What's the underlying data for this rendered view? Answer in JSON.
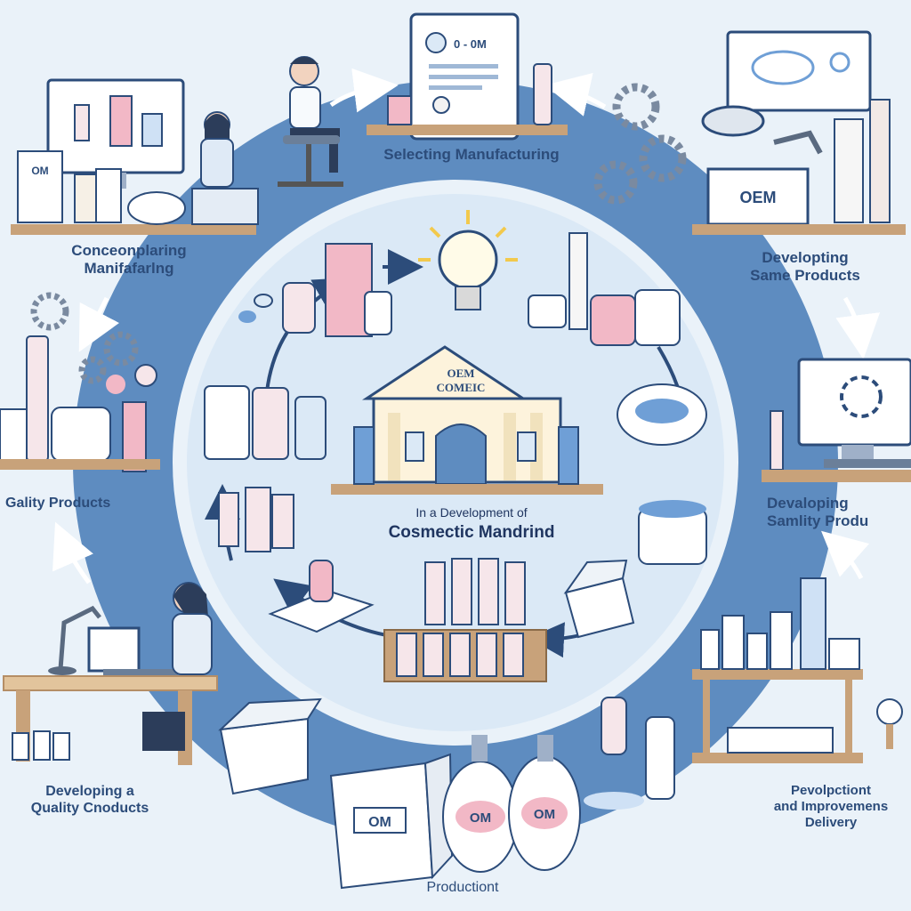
{
  "colors": {
    "background": "#eaf2f9",
    "ring": "#5e8cc0",
    "inner_disc": "#dbe9f6",
    "shelf": "#c8a27a",
    "label_text": "#2c4c7a",
    "accent_pink": "#f2b8c6",
    "accent_blue": "#6f9fd6"
  },
  "labels": {
    "top": "Selecting Manufacturing",
    "top_left": [
      "Conceonplaring",
      "Manifafarlng"
    ],
    "top_right": [
      "Developting",
      "Same Products"
    ],
    "left": "Gality Products",
    "right": [
      "Devaloping",
      "Samlity Produ"
    ],
    "bottom_left": [
      "Developing a",
      "Quality Cnoducts"
    ],
    "bottom_right": [
      "Pevolpctiont",
      "and Improvemens",
      "Delivery"
    ],
    "bottom": "Productiont"
  },
  "center": {
    "building_sign": [
      "OEM",
      "COMEIC"
    ],
    "caption_line1": "In a Development of",
    "caption_line2": "Cosmectic Mandrind"
  },
  "product_labels": {
    "oem": "OEM",
    "om": "OM",
    "document_code": "0 - 0M"
  },
  "icons": [
    "person-chair-icon",
    "document-icon",
    "gears-icon",
    "monitor-icon",
    "robotic-arm-icon",
    "lightbulb-icon",
    "bank-building-icon",
    "cardboard-box-icon",
    "desk-lamp-icon",
    "globe-icon",
    "arrow-icon"
  ]
}
